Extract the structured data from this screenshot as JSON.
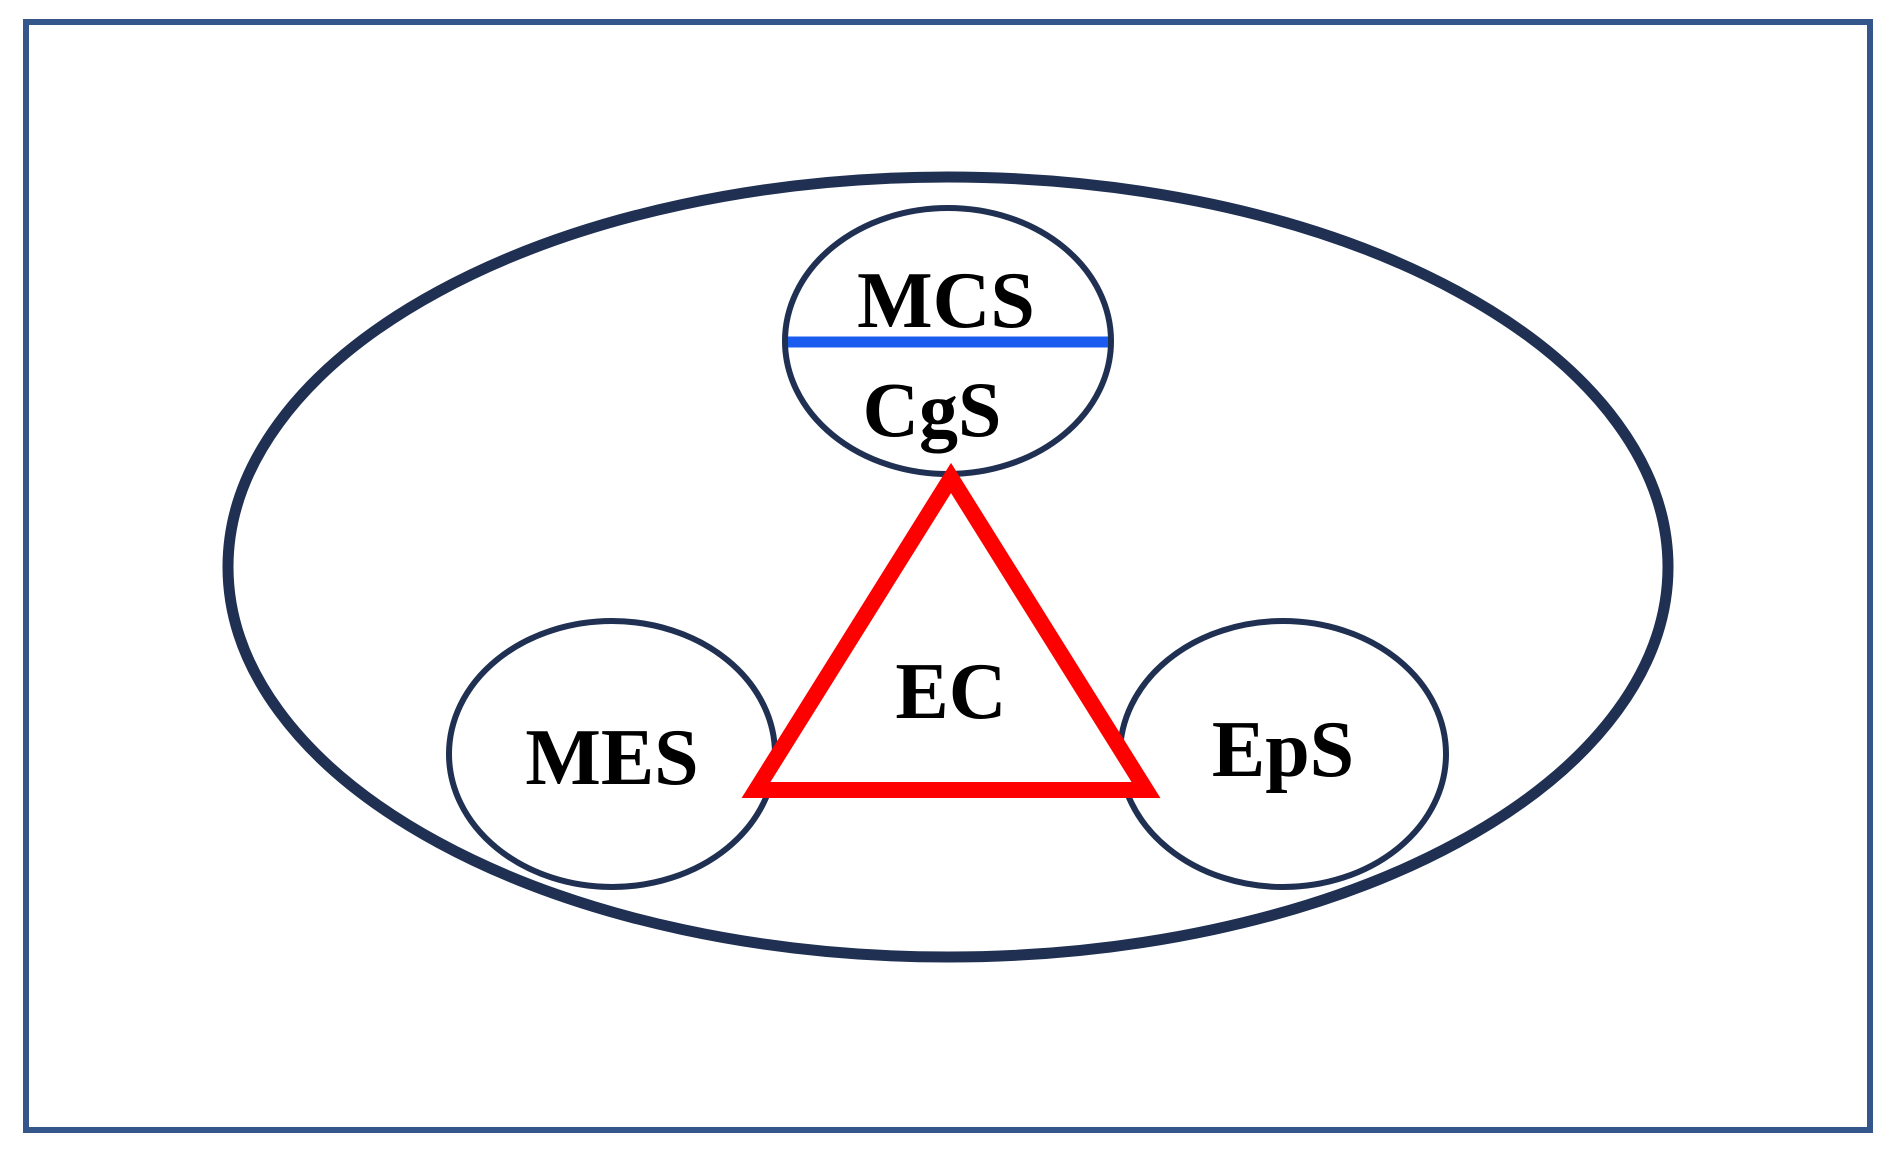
{
  "diagram": {
    "labels": {
      "top_upper": "MCS",
      "top_lower": "CgS",
      "left": "MES",
      "right": "EpS",
      "center": "EC"
    },
    "colors": {
      "frame": "#34568b",
      "ellipses": "#1f3052",
      "divider": "#1a5cf0",
      "triangle": "#ff0000",
      "text": "#000000"
    }
  }
}
